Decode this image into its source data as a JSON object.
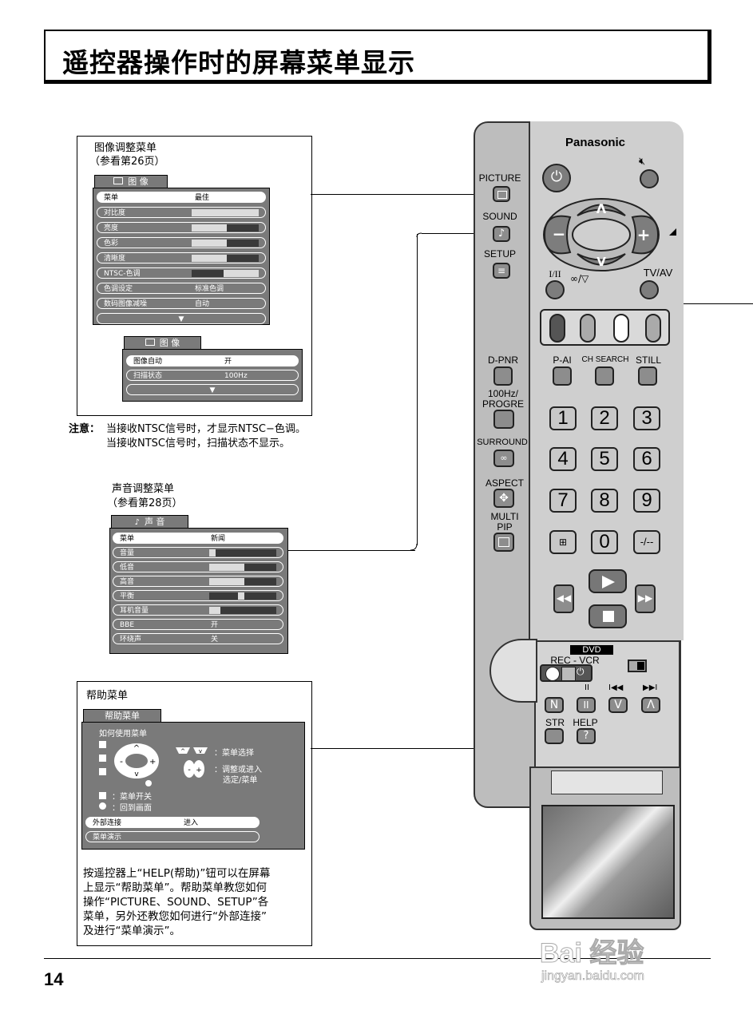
{
  "title": "遥控器操作时的屏幕菜单显示",
  "page_number": "14",
  "picture_section": {
    "heading": "图像调整菜单",
    "ref": "（参看第26页）",
    "menu1": {
      "tab": "图 像",
      "rows": [
        {
          "label": "菜单",
          "value": "最佳"
        },
        {
          "label": "对比度",
          "value": ""
        },
        {
          "label": "亮度",
          "value": ""
        },
        {
          "label": "色彩",
          "value": ""
        },
        {
          "label": "清晰度",
          "value": ""
        },
        {
          "label": "NTSC-色调",
          "value": ""
        },
        {
          "label": "色调设定",
          "value": "标准色调"
        },
        {
          "label": "数码图像减噪",
          "value": "自动"
        }
      ],
      "more": "▼"
    },
    "menu2": {
      "tab": "图 像",
      "rows": [
        {
          "label": "图像自动",
          "value": "开"
        },
        {
          "label": "扫描状态",
          "value": "100Hz"
        }
      ],
      "more": "▼"
    }
  },
  "note": {
    "label": "注意：",
    "line1": "当接收NTSC信号时，才显示NTSC−色调。",
    "line2": "当接收NTSC信号时，扫描状态不显示。"
  },
  "sound_section": {
    "heading": "声音调整菜单",
    "ref": "（参看第28页）",
    "tab": "声 音",
    "rows": [
      {
        "label": "菜单",
        "value": "新闻"
      },
      {
        "label": "音量",
        "value": ""
      },
      {
        "label": "低音",
        "value": ""
      },
      {
        "label": "高音",
        "value": ""
      },
      {
        "label": "平衡",
        "value": ""
      },
      {
        "label": "耳机音量",
        "value": ""
      },
      {
        "label": "BBE",
        "value": "开"
      },
      {
        "label": "环绕声",
        "value": "关"
      }
    ]
  },
  "help_section": {
    "heading": "帮助菜单",
    "tab": "帮助菜单",
    "how_to": "如何使用菜单",
    "select": "：菜单选择",
    "adjust1": "：调整或进入",
    "adjust2": "选定/菜单",
    "menu_onoff": "：菜单开关",
    "return": "：回到画面",
    "rows": [
      {
        "label": "外部连接",
        "value": "进入"
      },
      {
        "label": "菜单演示",
        "value": ""
      }
    ],
    "description": [
      "按遥控器上“HELP(帮助)”钮可以在屏幕",
      "上显示“帮助菜单”。帮助菜单教您如何",
      "操作“PICTURE、SOUND、SETUP”各",
      "菜单，另外还教您如何进行“外部连接”",
      "及进行“菜单演示”。"
    ]
  },
  "remote": {
    "brand": "Panasonic",
    "picture": "PICTURE",
    "sound": "SOUND",
    "setup": "SETUP",
    "i_ii": "I/II",
    "tvav": "TV/AV",
    "dpnr": "D-PNR",
    "pai": "P-AI",
    "ch_search": "CH SEARCH",
    "still": "STILL",
    "hz100": "100Hz/",
    "progre": "PROGRE",
    "surround": "SURROUND",
    "aspect": "ASPECT",
    "multi": "MULTI",
    "pip": "PIP",
    "numbers": [
      "1",
      "2",
      "3",
      "4",
      "5",
      "6",
      "7",
      "8",
      "9"
    ],
    "zero": "0",
    "dashes": "-/--",
    "dvd": "DVD",
    "rec_vcr": "REC - VCR",
    "n": "N",
    "v": "V",
    "lambda": "Λ",
    "str": "STR",
    "help": "HELP",
    "q": "?"
  },
  "watermark": {
    "brand": "Bai 经验",
    "url": "jingyan.baidu.com"
  }
}
